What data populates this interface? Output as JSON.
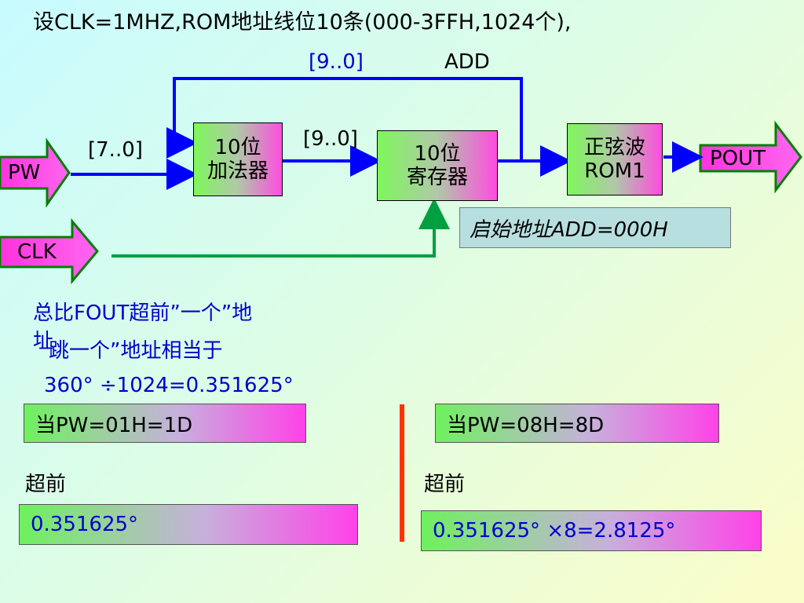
{
  "title": "设CLK=1MHZ,ROM地址线位10条(000-3FFH,1024个),",
  "diagram": {
    "pw_label": "PW",
    "clk_label": "CLK",
    "pout_label": "POUT",
    "bus_pw": "[7..0]",
    "bus_adder_out": "[9..0]",
    "bus_feedback": "[9..0]",
    "add_label": "ADD",
    "adder_line1": "10位",
    "adder_line2": "加法器",
    "register_line1": "10位",
    "register_line2": "寄存器",
    "rom_line1": "正弦波",
    "rom_line2": "ROM1",
    "start_note": "启始地址ADD=000H"
  },
  "explain": {
    "line1": "总比FOUT超前”一个”地",
    "line1b": "址",
    "line2": "跳一个”地址相当于",
    "formula": "360° ÷1024=0.351625°"
  },
  "left_case": {
    "condition": "当PW=01H=1D",
    "ahead_label": "超前",
    "result": "0.351625°"
  },
  "right_case": {
    "condition": "当PW=08H=8D",
    "ahead_label": "超前",
    "result": "0.351625° ×8=2.8125°"
  },
  "colors": {
    "wire": "#0000ff",
    "clk_wire": "#00a040",
    "arrow_fill": "#ff44ee",
    "divider": "#ff3300"
  }
}
